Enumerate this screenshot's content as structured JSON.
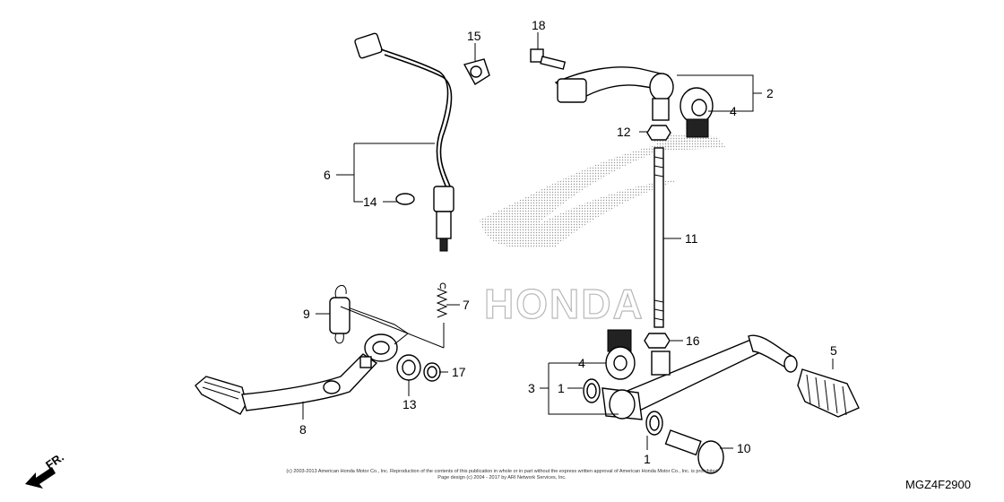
{
  "labels": {
    "l1a": "1",
    "l1b": "1",
    "l2": "2",
    "l3": "3",
    "l4a": "4",
    "l4b": "4",
    "l6": "6",
    "l7": "7",
    "l8": "8",
    "l9": "9",
    "l10": "10",
    "l11": "11",
    "l12": "12",
    "l13": "13",
    "l14": "14",
    "l15": "15",
    "l16": "16",
    "l17": "17",
    "l18": "18",
    "l5": "5"
  },
  "watermark": "HONDA",
  "diagram_code": "MGZ4F2900",
  "front_marker": "FR.",
  "copyright": {
    "line1": "(c) 2003-2013 American Honda Motor Co., Inc. Reproduction of the contents of this publication in whole or in part without the express written approval of American Honda Motor Co., Inc. is prohibited",
    "line2": "Page design (c) 2004 - 2017 by ARI Network Services, Inc."
  },
  "colors": {
    "watermark": "#b8b8b8",
    "ink": "#000000"
  }
}
